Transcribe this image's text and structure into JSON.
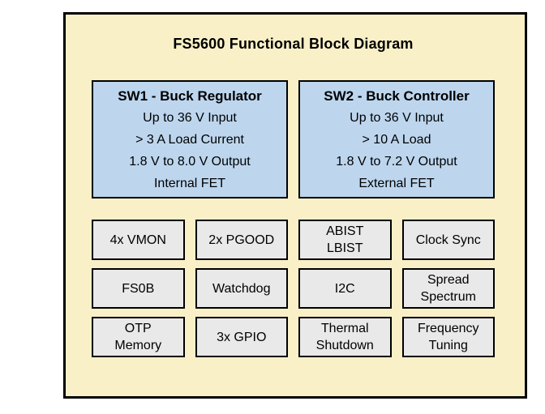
{
  "colors": {
    "page_bg": "#ffffff",
    "panel_bg": "#faf0c8",
    "panel_border": "#000000",
    "sw_bg": "#bdd6ee",
    "feature_bg": "#e9e9e9",
    "text": "#000000"
  },
  "title": "FS5600 Functional Block Diagram",
  "sw_blocks": [
    {
      "title": "SW1 - Buck Regulator",
      "lines": [
        "Up to 36 V Input",
        "> 3 A Load Current",
        "1.8 V to 8.0 V Output",
        "Internal FET"
      ]
    },
    {
      "title": "SW2 - Buck Controller",
      "lines": [
        "Up to 36 V Input",
        "> 10 A Load",
        "1.8 V to 7.2 V Output",
        "External FET"
      ]
    }
  ],
  "feature_rows": [
    [
      "4x VMON",
      "2x PGOOD",
      "ABIST\nLBIST",
      "Clock Sync"
    ],
    [
      "FS0B",
      "Watchdog",
      "I2C",
      "Spread\nSpectrum"
    ],
    [
      "OTP\nMemory",
      "3x GPIO",
      "Thermal\nShutdown",
      "Frequency\nTuning"
    ]
  ]
}
